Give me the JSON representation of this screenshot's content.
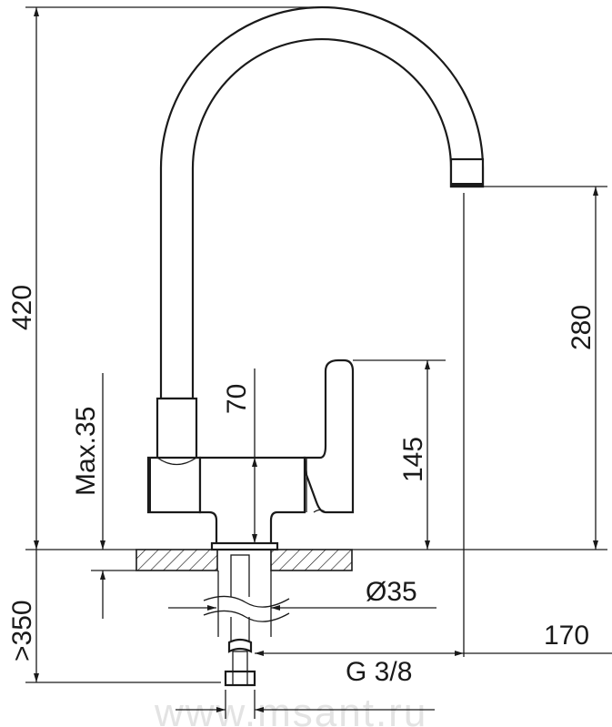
{
  "dimensions": {
    "total_height": "420",
    "spout_height": "280",
    "handle_height": "145",
    "body_height": "70",
    "max_counter_thickness": "Max.35",
    "hose_length": ">350",
    "hole_diameter": "Ø35",
    "spout_reach": "170",
    "connection_thread": "G 3/8"
  },
  "watermark": "www.msant.ru"
}
